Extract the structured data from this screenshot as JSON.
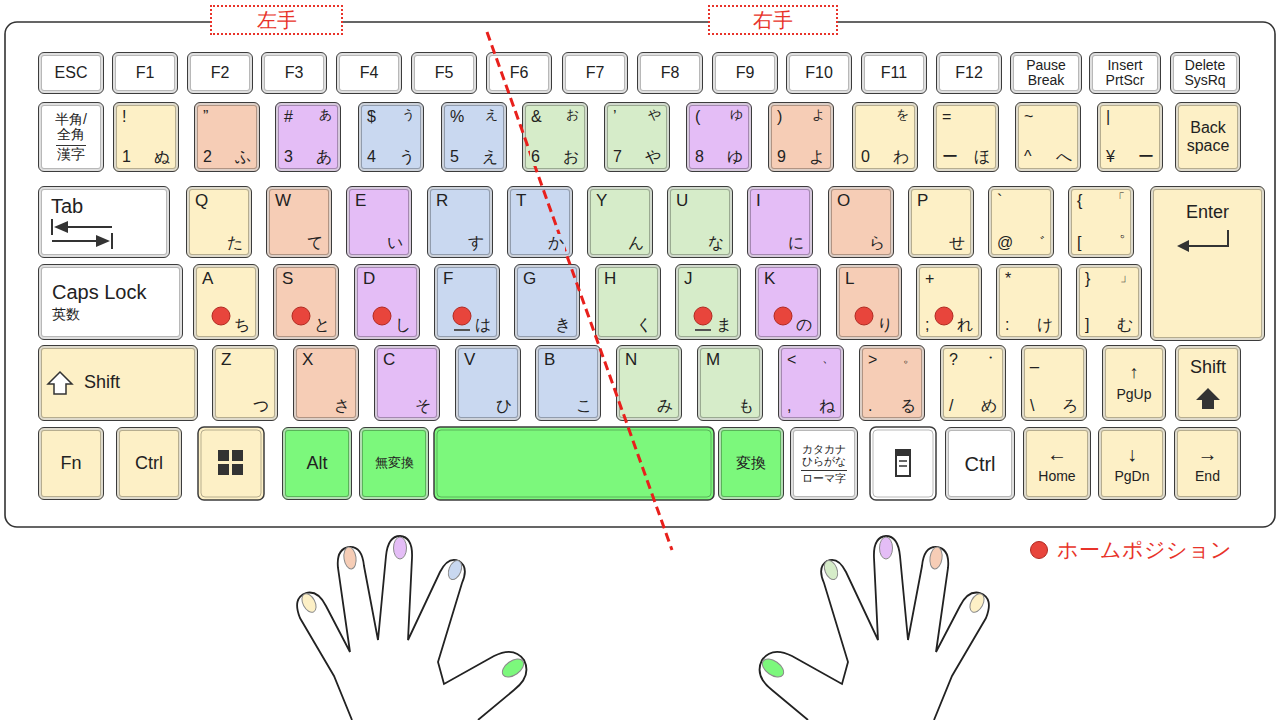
{
  "diagram": {
    "nodes": [
      {
        "text": [
          "左手"
        ]
      },
      {
        "text": [
          "右手"
        ]
      },
      {
        "text": [
          "ESC"
        ]
      },
      {
        "text": [
          "F1"
        ]
      },
      {
        "text": [
          "F2"
        ]
      },
      {
        "text": [
          "F3"
        ]
      },
      {
        "text": [
          "F4"
        ]
      },
      {
        "text": [
          "F5"
        ]
      },
      {
        "text": [
          "F6"
        ]
      },
      {
        "text": [
          "F7"
        ]
      },
      {
        "text": [
          "F8"
        ]
      },
      {
        "text": [
          "F9"
        ]
      },
      {
        "text": [
          "F10"
        ]
      },
      {
        "text": [
          "F11"
        ]
      },
      {
        "text": [
          "F12"
        ]
      },
      {
        "text": [
          "Pause Break"
        ]
      },
      {
        "text": [
          "Insert PrtScr"
        ]
      },
      {
        "text": [
          "Delete SysRq"
        ]
      },
      {
        "text": [
          "半角/ 全角",
          "漢字"
        ]
      },
      {
        "text": [
          "!",
          "1",
          "ぬ"
        ]
      },
      {
        "text": [
          "”",
          "2",
          "ふ"
        ]
      },
      {
        "text": [
          "#",
          "あ",
          "3",
          "あ"
        ]
      },
      {
        "text": [
          "$",
          "う",
          "4",
          "う"
        ]
      },
      {
        "text": [
          "%",
          "え",
          "5",
          "え"
        ]
      },
      {
        "text": [
          "&",
          "お",
          "6",
          "お"
        ]
      },
      {
        "text": [
          "’",
          "や",
          "7",
          "や"
        ]
      },
      {
        "text": [
          "(",
          "ゆ",
          "8",
          "ゆ"
        ]
      },
      {
        "text": [
          ")",
          "よ",
          "9",
          "よ"
        ]
      },
      {
        "text": [
          "を",
          "0",
          "わ"
        ]
      },
      {
        "text": [
          "=",
          "ー",
          "ほ"
        ]
      },
      {
        "text": [
          "~",
          "^",
          "へ"
        ]
      },
      {
        "text": [
          "|",
          "¥",
          "ー"
        ]
      },
      {
        "text": [
          "Back space"
        ]
      },
      {
        "text": [
          "Tab"
        ]
      },
      {
        "text": [
          "Q",
          "た"
        ]
      },
      {
        "text": [
          "W",
          "て"
        ]
      },
      {
        "text": [
          "E",
          "い"
        ]
      },
      {
        "text": [
          "R",
          "す"
        ]
      },
      {
        "text": [
          "T",
          "か"
        ]
      },
      {
        "text": [
          "Y",
          "ん"
        ]
      },
      {
        "text": [
          "U",
          "な"
        ]
      },
      {
        "text": [
          "I",
          "に"
        ]
      },
      {
        "text": [
          "O",
          "ら"
        ]
      },
      {
        "text": [
          "P",
          "せ"
        ]
      },
      {
        "text": [
          "`",
          "@",
          "゛"
        ]
      },
      {
        "text": [
          "{",
          "「",
          "[",
          "゜"
        ]
      },
      {
        "text": [
          "Enter"
        ]
      },
      {
        "text": [
          "Caps Lock",
          "英数"
        ]
      },
      {
        "text": [
          "A",
          "ち"
        ]
      },
      {
        "text": [
          "S",
          "と"
        ]
      },
      {
        "text": [
          "D",
          "し"
        ]
      },
      {
        "text": [
          "F",
          "は"
        ]
      },
      {
        "text": [
          "G",
          "き"
        ]
      },
      {
        "text": [
          "H",
          "く"
        ]
      },
      {
        "text": [
          "J",
          "ま"
        ]
      },
      {
        "text": [
          "K",
          "の"
        ]
      },
      {
        "text": [
          "L",
          "り"
        ]
      },
      {
        "text": [
          "+",
          ";",
          "れ"
        ]
      },
      {
        "text": [
          "*",
          ":",
          "け"
        ]
      },
      {
        "text": [
          "}",
          "」",
          "]",
          "む"
        ]
      },
      {
        "text": [
          "Shift"
        ]
      },
      {
        "text": [
          "Z",
          "つ"
        ]
      },
      {
        "text": [
          "X",
          "さ"
        ]
      },
      {
        "text": [
          "C",
          "そ"
        ]
      },
      {
        "text": [
          "V",
          "ひ"
        ]
      },
      {
        "text": [
          "B",
          "こ"
        ]
      },
      {
        "text": [
          "N",
          "み"
        ]
      },
      {
        "text": [
          "M",
          "も"
        ]
      },
      {
        "text": [
          "<",
          "、",
          ",",
          "ね"
        ]
      },
      {
        "text": [
          ">",
          "。",
          ".",
          "る"
        ]
      },
      {
        "text": [
          "?",
          "・",
          "/",
          "め"
        ]
      },
      {
        "text": [
          "_",
          "\\",
          "ろ"
        ]
      },
      {
        "text": [
          "↑",
          "PgUp"
        ]
      },
      {
        "text": [
          "Shift"
        ]
      },
      {
        "text": [
          "Fn"
        ]
      },
      {
        "text": [
          "Ctrl"
        ]
      },
      {
        "text": [
          "Alt"
        ]
      },
      {
        "text": [
          "無変換"
        ]
      },
      {
        "text": [
          "変換"
        ]
      },
      {
        "text": [
          "カタカナ ひらがな",
          "ローマ字"
        ]
      },
      {
        "text": [
          "Ctrl"
        ]
      },
      {
        "text": [
          "←",
          "Home"
        ]
      },
      {
        "text": [
          "↓",
          "PgDn"
        ]
      },
      {
        "text": [
          "→",
          "End"
        ]
      }
    ],
    "legend": [
      {
        "text": "ホームポジション",
        "color": "#e8453c"
      }
    ]
  }
}
